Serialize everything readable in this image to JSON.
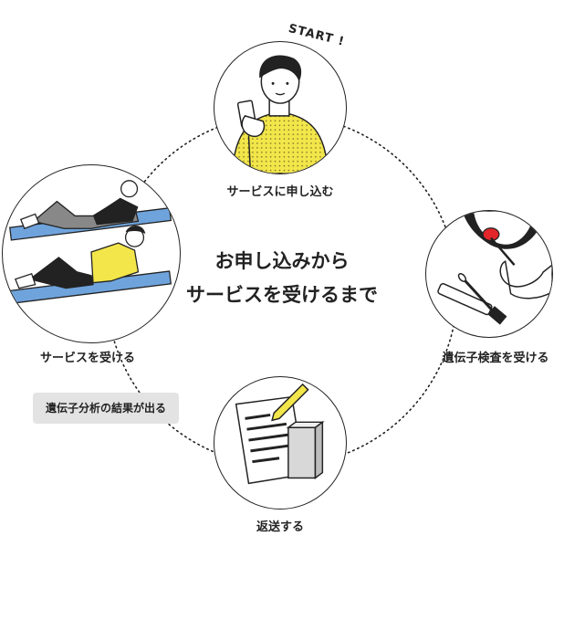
{
  "start_text": "START !",
  "center_title": {
    "line1": "お申し込みから",
    "line2": "サービスを受けるまで"
  },
  "steps": [
    {
      "label": "サービスに申し込む"
    },
    {
      "label": "遺伝子検査を受ける"
    },
    {
      "label": "返送する"
    },
    {
      "label": "サービスを受ける"
    }
  ],
  "badge": "遺伝子分析の結果が出る",
  "colors": {
    "accent_yellow": "#f2e64a",
    "mat_blue": "#6fa3dc",
    "swab_red": "#e2262a",
    "line": "#222222",
    "badge_bg": "#e3e3e3"
  }
}
